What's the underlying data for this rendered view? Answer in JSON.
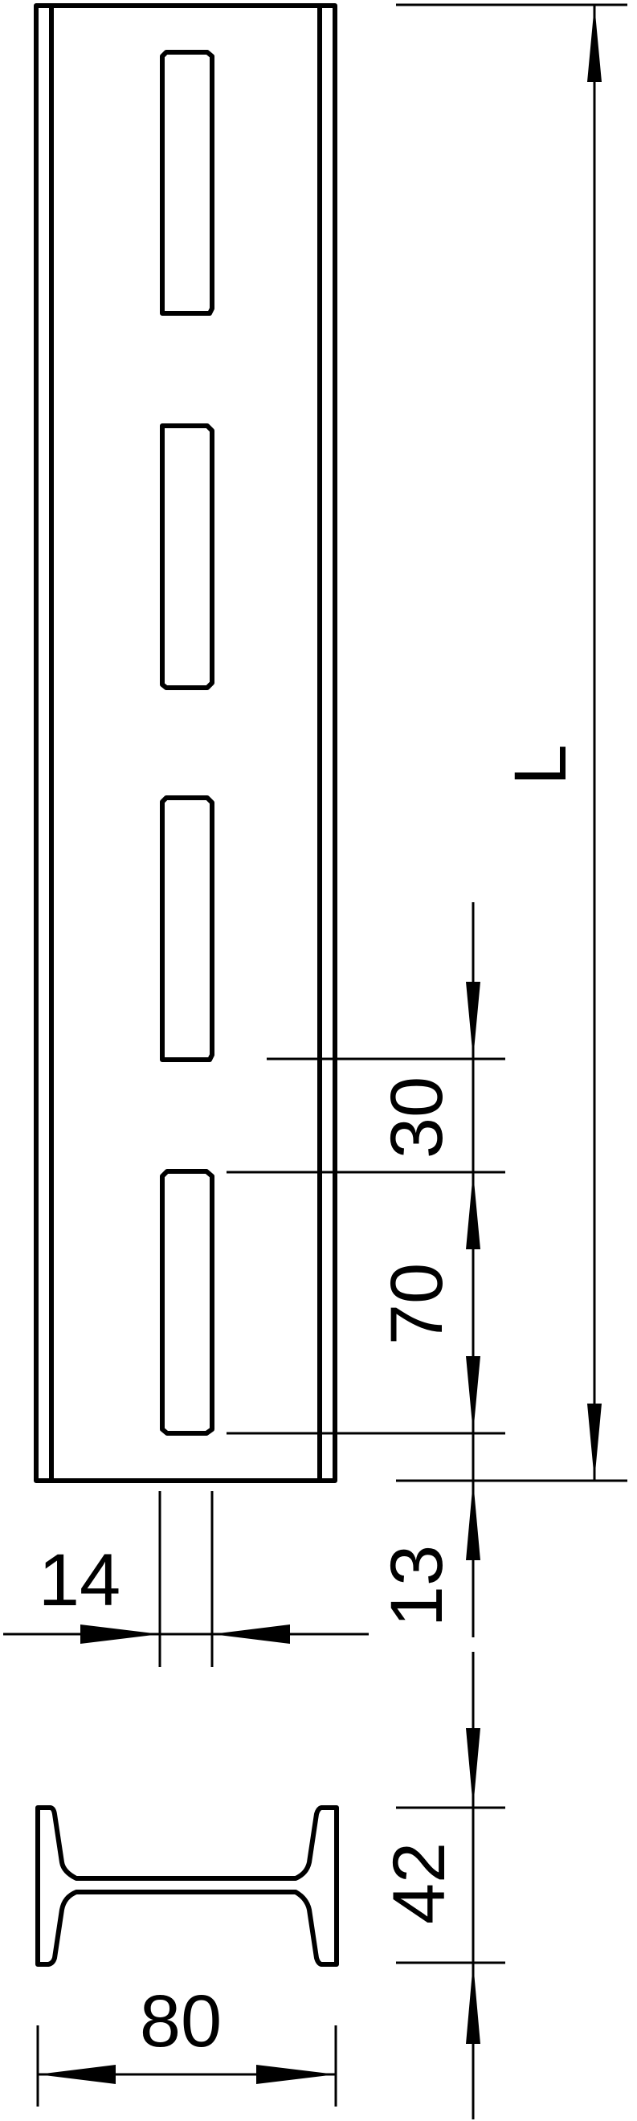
{
  "drawing": {
    "type": "technical-drawing",
    "subject": "slotted profile rail (front view and cross-section)",
    "line_color": "#000000",
    "background": "#ffffff"
  },
  "dimensions": {
    "length": "L",
    "slot_spacing": "30",
    "slot_length": "70",
    "end_offset": "13",
    "slot_width": "14",
    "profile_height": "42",
    "profile_width": "80"
  },
  "front_view": {
    "slot_count": 4
  }
}
